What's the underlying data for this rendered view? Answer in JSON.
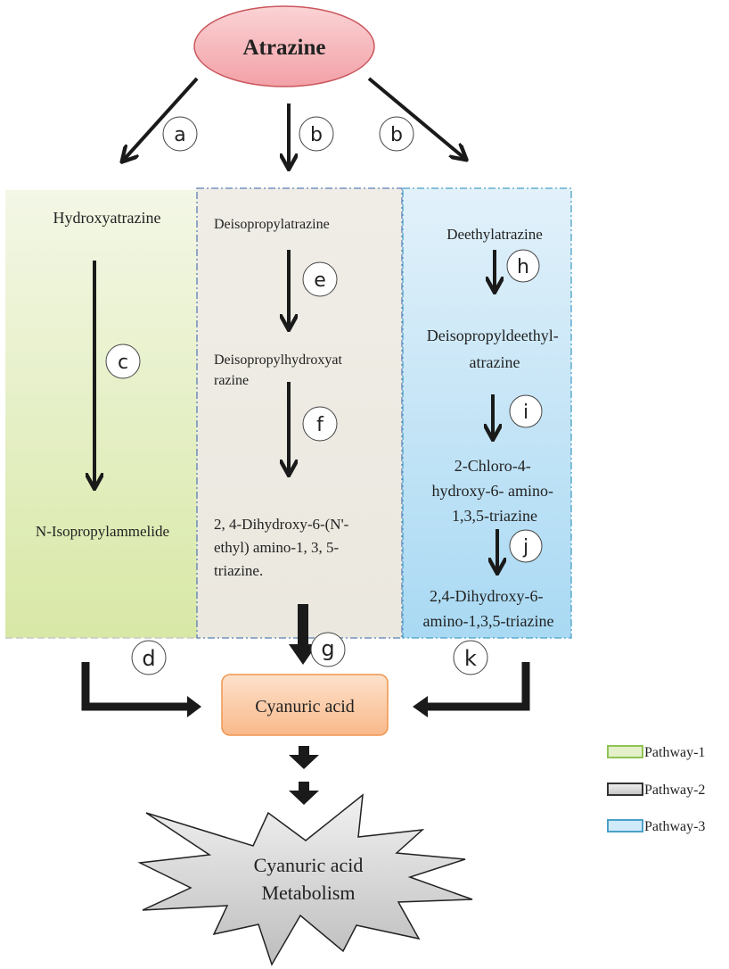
{
  "root": {
    "label": "Atrazine",
    "color": "#f4a9ad"
  },
  "pathways": [
    {
      "id": "pathway-1",
      "legend_label": "Pathway-1",
      "color": "#e1ecbf",
      "border": "#8fc455",
      "steps": [
        "Hydroxyatrazine",
        "N-Isopropylammelide"
      ],
      "entry_letter": "a",
      "step_letters": [
        "c"
      ],
      "exit_letter": "d"
    },
    {
      "id": "pathway-2",
      "legend_label": "Pathway-2",
      "color": "#eeebe3",
      "border": "#5b7fb5",
      "steps": [
        "Deisopropylatrazine",
        "Deisopropylhydroxyat|razine",
        "2, 4-Dihydroxy-6-(N'-|ethyl) amino-1, 3, 5-|triazine."
      ],
      "entry_letter": "b",
      "step_letters": [
        "e",
        "f"
      ],
      "exit_letter": "g"
    },
    {
      "id": "pathway-3",
      "legend_label": "Pathway-3",
      "color": "#cfe8f6",
      "border": "#4aa0c8",
      "steps": [
        "Deethylatrazine",
        "Deisopropyldeethyl-|atrazine",
        "2-Chloro-4-|hydroxy-6- amino-|1,3,5-triazine",
        "2,4-Dihydroxy-6-|amino-1,3,5-triazine"
      ],
      "entry_letter": "b",
      "step_letters": [
        "h",
        "i",
        "j"
      ],
      "exit_letter": "k"
    }
  ],
  "convergence": {
    "label": "Cyanuric acid",
    "color": "#fbc9a2"
  },
  "final": {
    "label_line1": "Cyanuric acid",
    "label_line2": "Metabolism"
  },
  "legend": [
    {
      "label": "Pathway-1",
      "fill": "#e3f0c9",
      "stroke": "#8fc455"
    },
    {
      "label": "Pathway-2",
      "fill": "#d9d9d9",
      "stroke": "#333333"
    },
    {
      "label": "Pathway-3",
      "fill": "#cfeaf8",
      "stroke": "#4aa0c8"
    }
  ]
}
